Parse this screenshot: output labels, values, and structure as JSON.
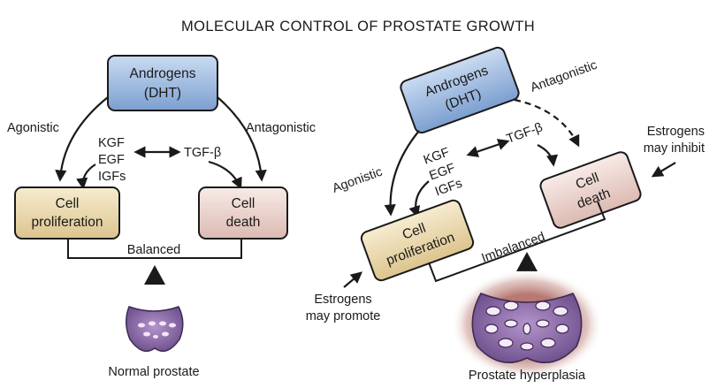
{
  "title": "MOLECULAR CONTROL OF PROSTATE GROWTH",
  "left_panel": {
    "androgens_line1": "Androgens",
    "androgens_line2": "(DHT)",
    "agonistic": "Agonistic",
    "antagonistic": "Antagonistic",
    "growth_factors": [
      "KGF",
      "EGF",
      "IGFs"
    ],
    "tgf": "TGF-β",
    "proliferation_line1": "Cell",
    "proliferation_line2": "proliferation",
    "death_line1": "Cell",
    "death_line2": "death",
    "balance_label": "Balanced",
    "caption": "Normal prostate"
  },
  "right_panel": {
    "androgens_line1": "Androgens",
    "androgens_line2": "(DHT)",
    "agonistic": "Agonistic",
    "antagonistic": "Antagonistic",
    "growth_factors": [
      "KGF",
      "EGF",
      "IGFs"
    ],
    "tgf": "TGF-β",
    "proliferation_line1": "Cell",
    "proliferation_line2": "proliferation",
    "death_line1": "Cell",
    "death_line2": "death",
    "balance_label": "Imbalanced",
    "estrogens_inhibit_line1": "Estrogens",
    "estrogens_inhibit_line2": "may inhibit",
    "estrogens_promote_line1": "Estrogens",
    "estrogens_promote_line2": "may promote",
    "caption": "Prostate hyperplasia"
  },
  "colors": {
    "androgen_box": "#8fb1dc",
    "proliferation_box": "#e9d6a8",
    "death_box": "#ecd2cc",
    "prostate_tissue": "#8a6aa6",
    "hyperplasia_glow": "#a26a64"
  }
}
